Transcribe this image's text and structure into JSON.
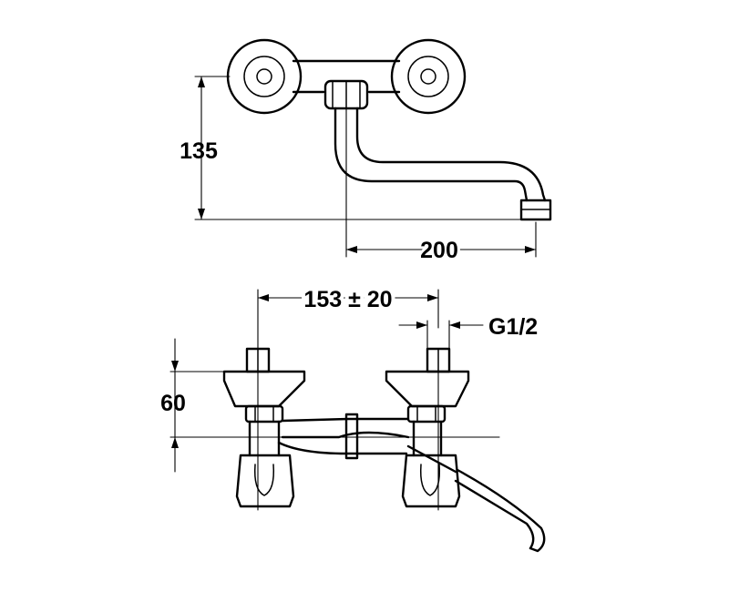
{
  "dimensions": {
    "top_height": "135",
    "top_reach": "200",
    "center_distance": "153 ± 20",
    "thread": "G1/2",
    "bottom_height": "60"
  },
  "colors": {
    "line": "#000000",
    "background": "#ffffff"
  }
}
